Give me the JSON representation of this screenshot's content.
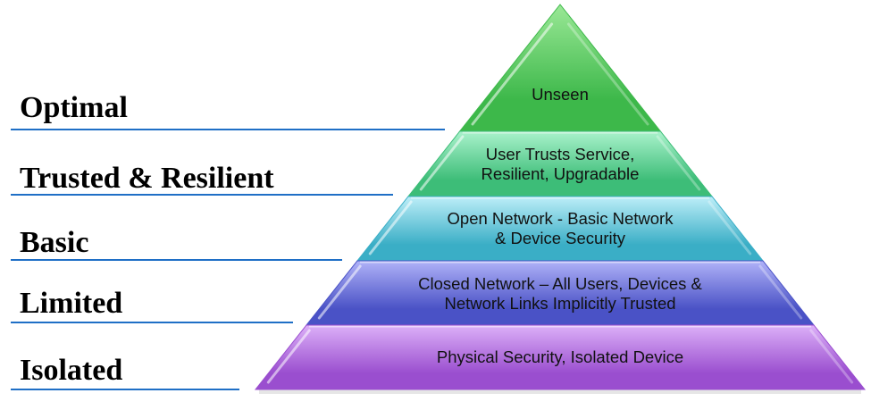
{
  "diagram": {
    "type": "pyramid",
    "levels": [
      {
        "label": "Optimal",
        "description_lines": [
          "Unseen"
        ],
        "color_top": "#9ae896",
        "color_bottom": "#3db84a"
      },
      {
        "label": "Trusted & Resilient",
        "description_lines": [
          "User Trusts Service,",
          "Resilient, Upgradable"
        ],
        "color_top": "#aaf2cc",
        "color_bottom": "#3dbd78"
      },
      {
        "label": "Basic",
        "description_lines": [
          "Open Network - Basic Network",
          "& Device Security"
        ],
        "color_top": "#bdeef8",
        "color_bottom": "#3aaec6"
      },
      {
        "label": "Limited",
        "description_lines": [
          "Closed Network – All Users, Devices &",
          "Network Links Implicitly Trusted"
        ],
        "color_top": "#b0b2f8",
        "color_bottom": "#4a52c6"
      },
      {
        "label": "Isolated",
        "description_lines": [
          "Physical Security, Isolated Device"
        ],
        "color_top": "#dcb0f8",
        "color_bottom": "#9a4ecf"
      }
    ],
    "rule_color": "#1f6fc6"
  }
}
